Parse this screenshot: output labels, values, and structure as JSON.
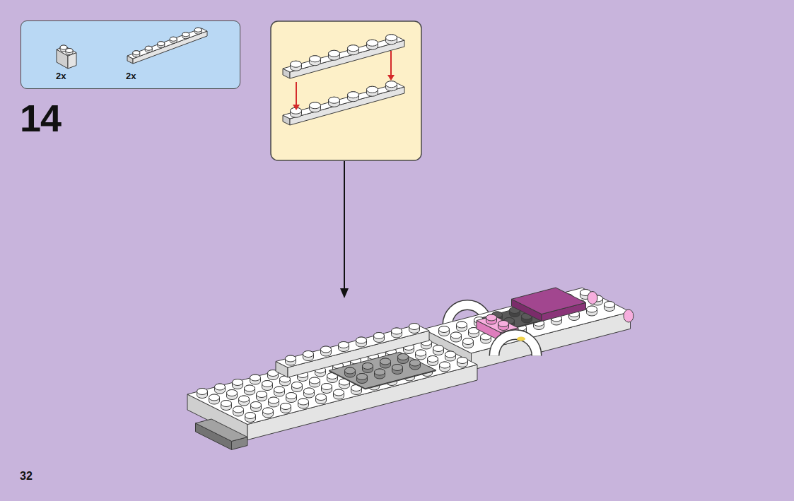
{
  "diagram": {
    "nodes": [
      {
        "text": [
          "2x",
          "2x"
        ]
      }
    ],
    "labels": [
      "14",
      "32"
    ]
  }
}
